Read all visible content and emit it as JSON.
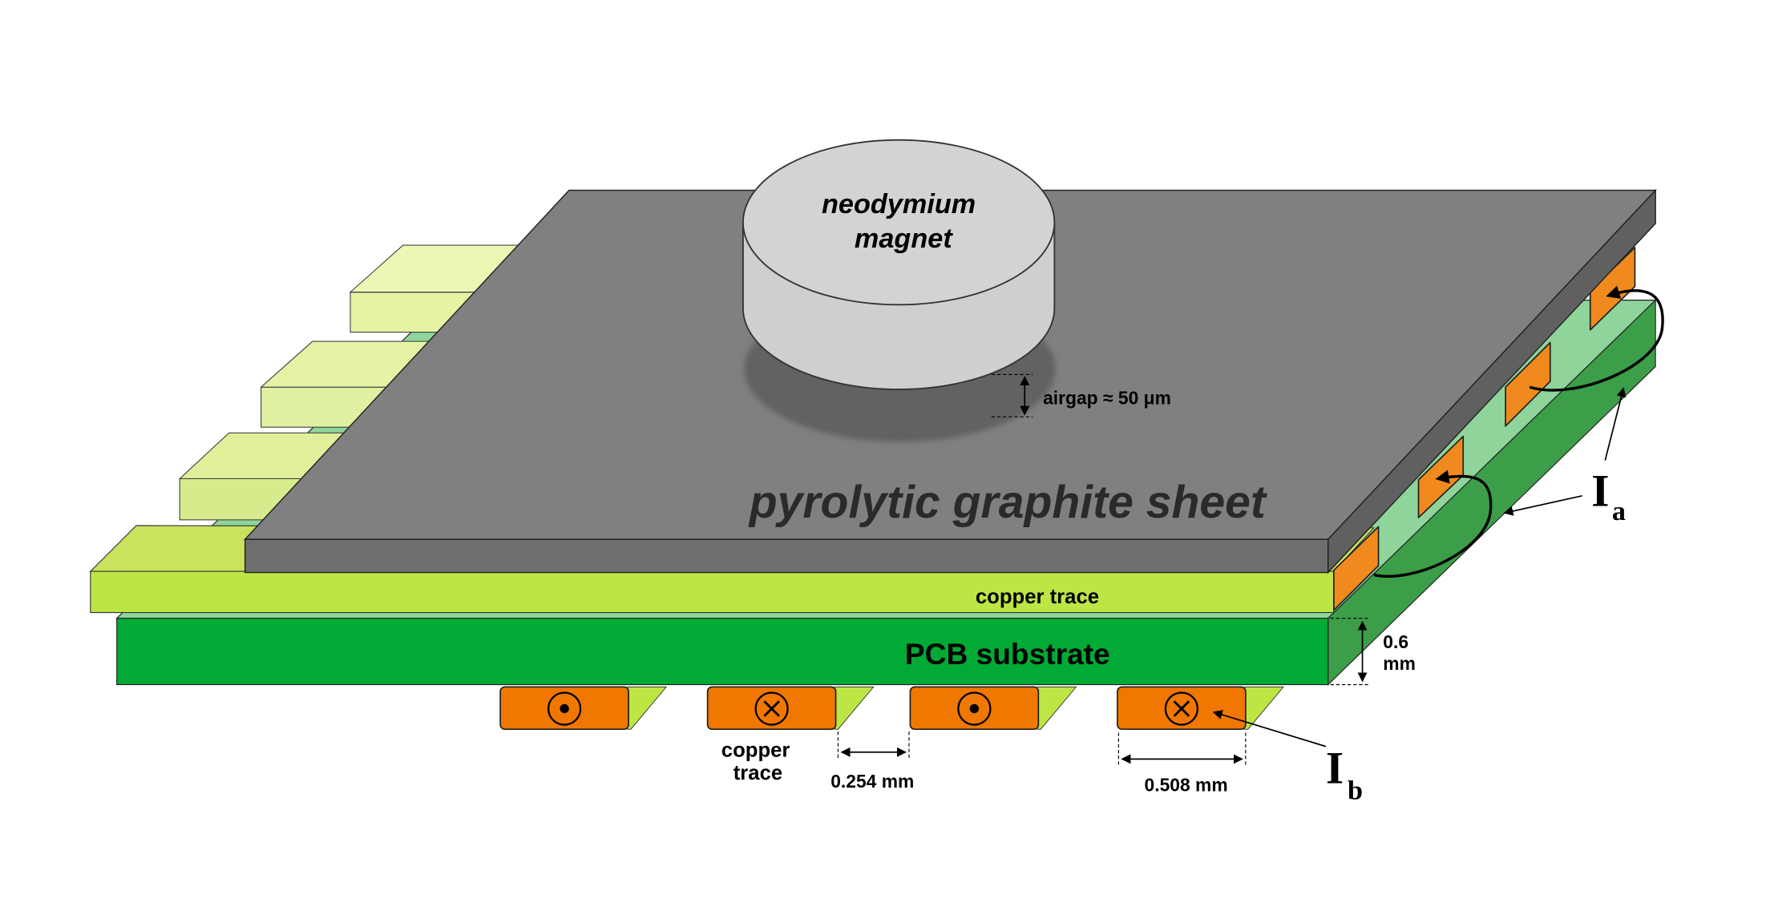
{
  "labels": {
    "magnet": [
      "neodymium",
      "magnet"
    ],
    "airgap": "airgap ≈ 50 μm",
    "graphite": "pyrolytic graphite sheet",
    "copper_top": "copper trace",
    "pcb": "PCB substrate",
    "thickness": [
      "0.6",
      "mm"
    ],
    "copper_bottom": [
      "copper",
      "trace"
    ],
    "gap_dim": "0.254 mm",
    "trace_dim": "0.508 mm",
    "current_a": {
      "main": "I",
      "sub": "a"
    },
    "current_b": {
      "main": "I",
      "sub": "b"
    }
  },
  "bottom_trace_symbols": [
    "dot",
    "cross",
    "dot",
    "cross"
  ],
  "colors": {
    "graphite_top": "#808080",
    "graphite_side": "#606060",
    "magnet": "#d0d0d0",
    "copper_layer": "#bde645",
    "pcb": "#00aa35",
    "trace": "#f07800"
  }
}
